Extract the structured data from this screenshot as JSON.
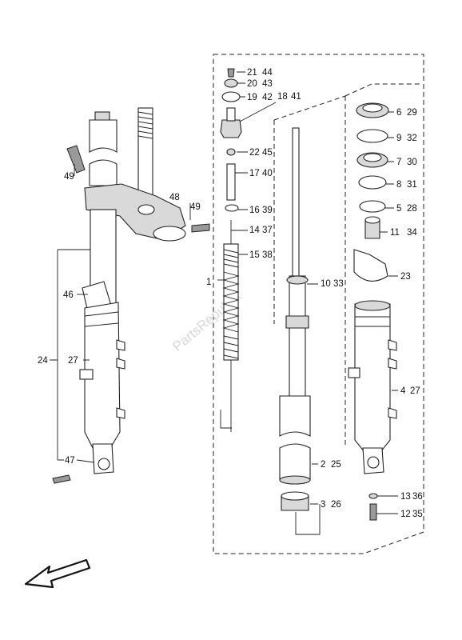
{
  "watermark": "PartsRepublik",
  "labels": {
    "p21": "21",
    "p44": "44",
    "p20": "20",
    "p43": "43",
    "p19": "19",
    "p42": "42",
    "p18": "18",
    "p41": "41",
    "p22": "22",
    "p45": "45",
    "p17": "17",
    "p40": "40",
    "p16": "16",
    "p39": "39",
    "p14": "14",
    "p37": "37",
    "p15": "15",
    "p38": "38",
    "p1": "1",
    "p10": "10",
    "p33": "33",
    "p2": "2",
    "p25": "25",
    "p3": "3",
    "p26": "26",
    "p6": "6",
    "p29": "29",
    "p9": "9",
    "p32": "32",
    "p7": "7",
    "p30": "30",
    "p8": "8",
    "p31": "31",
    "p5": "5",
    "p28": "28",
    "p11": "11",
    "p34": "34",
    "p23": "23",
    "p4": "4",
    "p27b": "27",
    "p13": "13",
    "p36": "36",
    "p12": "12",
    "p35": "35",
    "p49a": "49",
    "p48": "48",
    "p49b": "49",
    "p46": "46",
    "p24": "24",
    "p27": "27",
    "p47": "47"
  }
}
